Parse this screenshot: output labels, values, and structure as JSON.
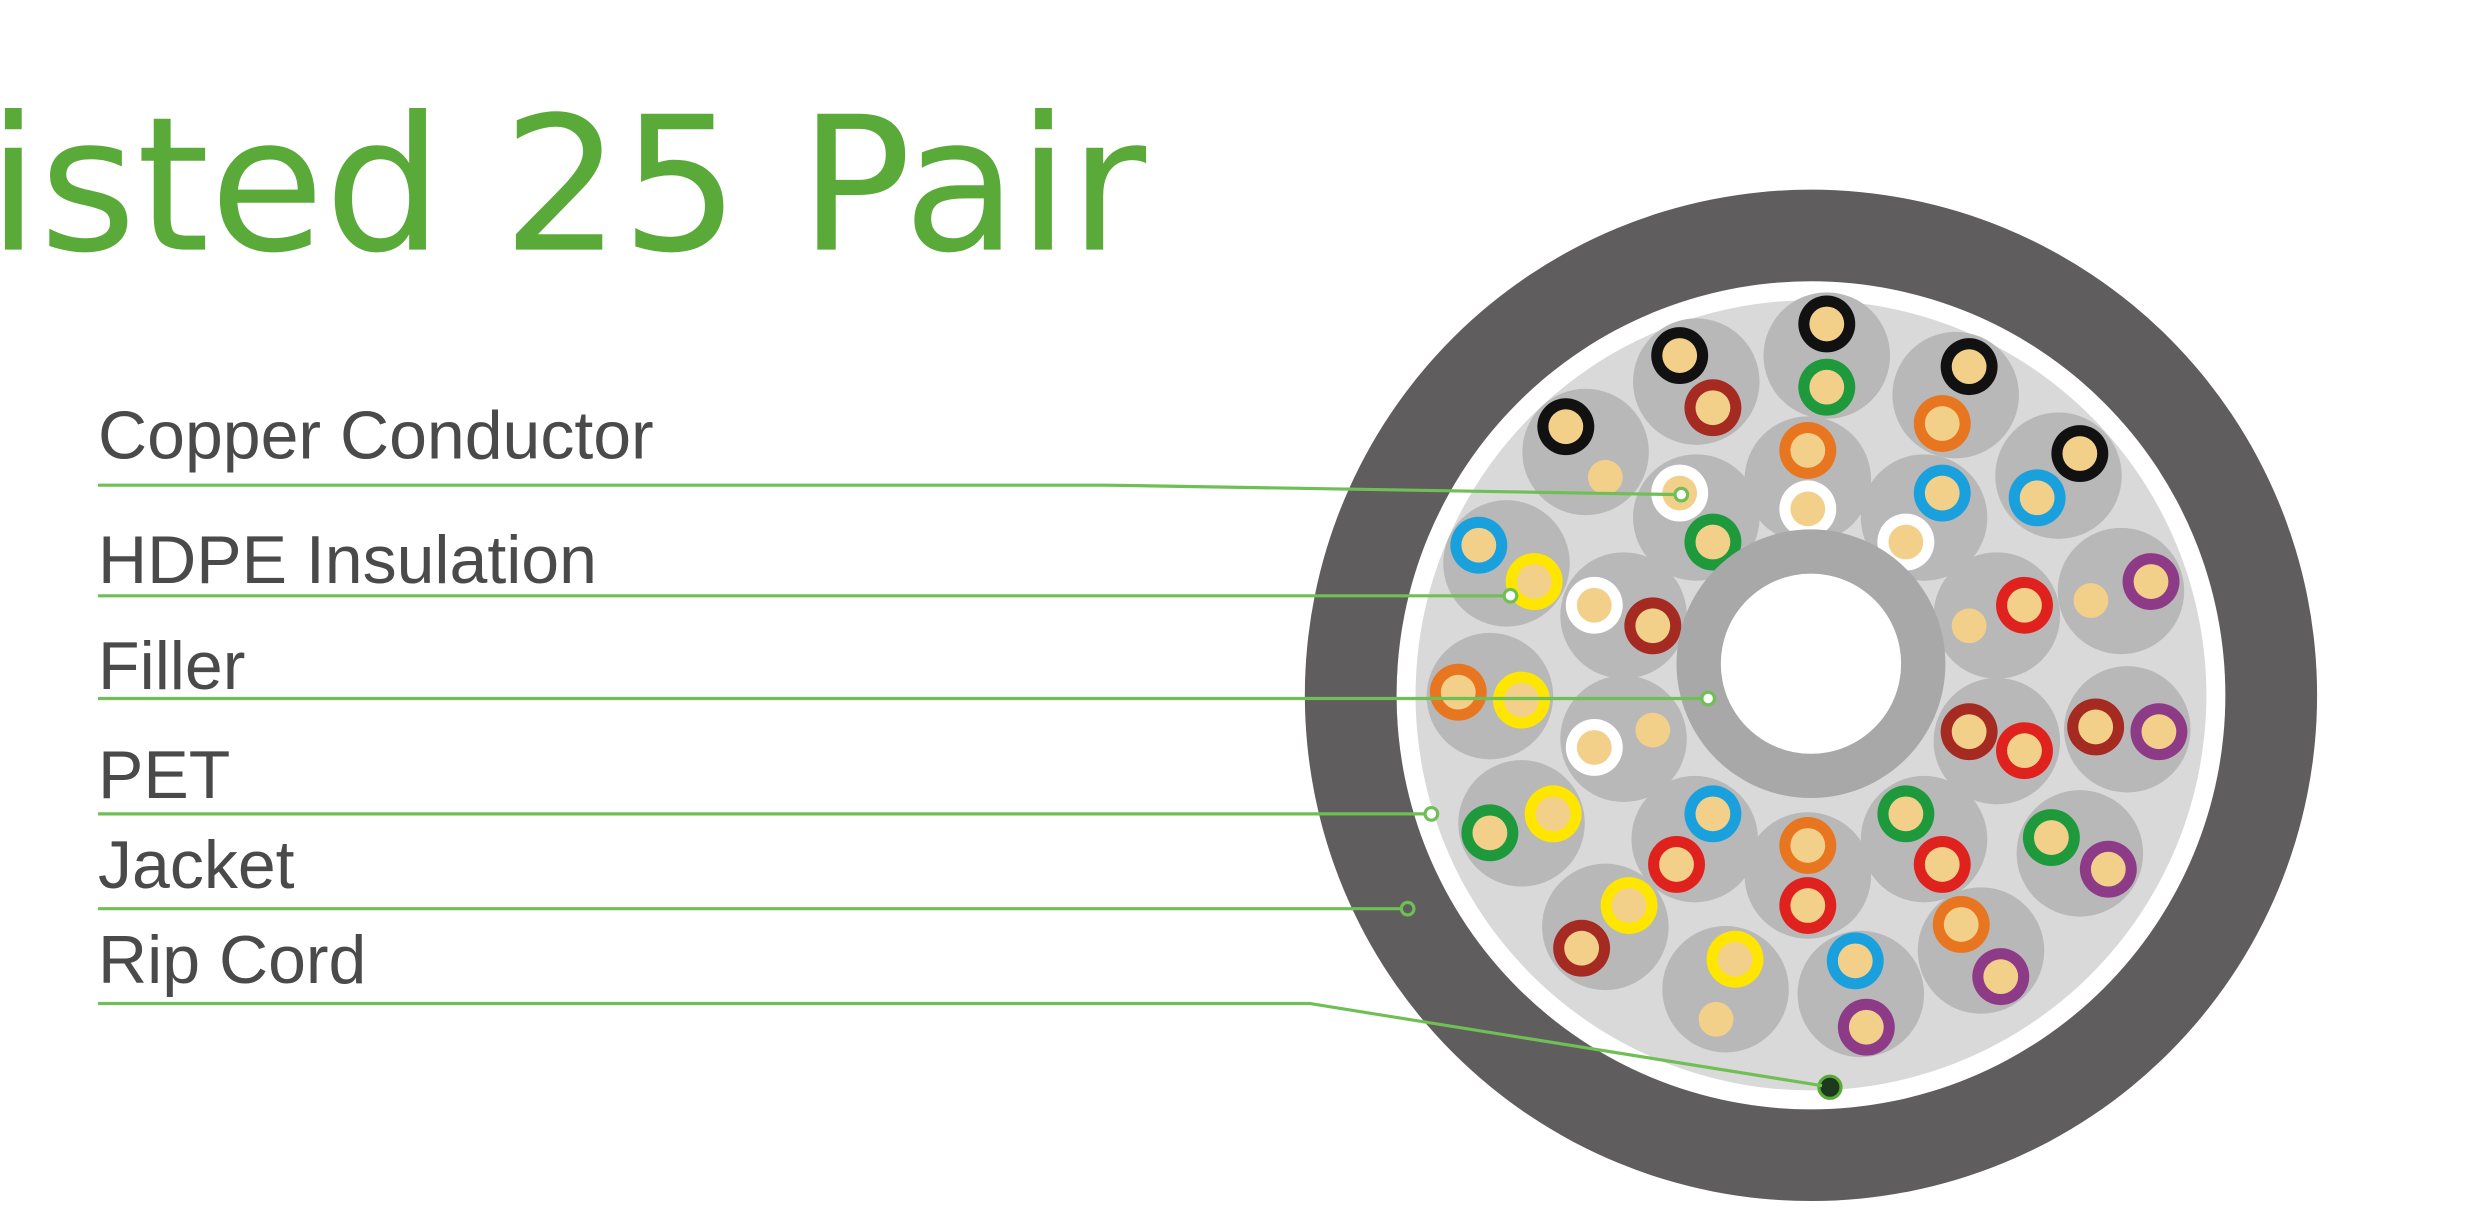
{
  "title": "isted 25 Pair",
  "labels": [
    "Copper Conductor",
    "HDPE Insulation",
    "Filler",
    "PET",
    "Jacket",
    "Rip Cord"
  ],
  "colors": {
    "accent": "#5aaa3a",
    "jacket": "#5f5d5d",
    "filler": "#d9d9d9",
    "conductor": "#f2d08a",
    "wire": {
      "black": "#111111",
      "green": "#1e9a3c",
      "red": "#e0221f",
      "darkred": "#a52a22",
      "orange": "#e8751f",
      "white": "#ffffff",
      "blue": "#1aa0dd",
      "yellow": "#ffe600",
      "purple": "#8e3b87",
      "gray": "#9a9a9a"
    }
  },
  "pairs": [
    [
      "black",
      "green"
    ],
    [
      "black",
      "darkred"
    ],
    [
      "black",
      "orange"
    ],
    [
      "black",
      "gray"
    ],
    [
      "black",
      "blue"
    ],
    [
      "orange",
      "white"
    ],
    [
      "white",
      "green"
    ],
    [
      "blue",
      "white"
    ],
    [
      "blue",
      "yellow"
    ],
    [
      "white",
      "darkred"
    ],
    [
      "gray",
      "red"
    ],
    [
      "gray",
      "purple"
    ],
    [
      "orange",
      "yellow"
    ],
    [
      "white",
      "gray"
    ],
    [
      "darkred",
      "red"
    ],
    [
      "darkred",
      "purple"
    ],
    [
      "green",
      "yellow"
    ],
    [
      "blue",
      "red"
    ],
    [
      "orange",
      "red"
    ],
    [
      "green",
      "red"
    ],
    [
      "green",
      "purple"
    ],
    [
      "yellow",
      "darkred"
    ],
    [
      "orange",
      "purple"
    ],
    [
      "yellow",
      "gray"
    ],
    [
      "blue",
      "purple"
    ]
  ]
}
